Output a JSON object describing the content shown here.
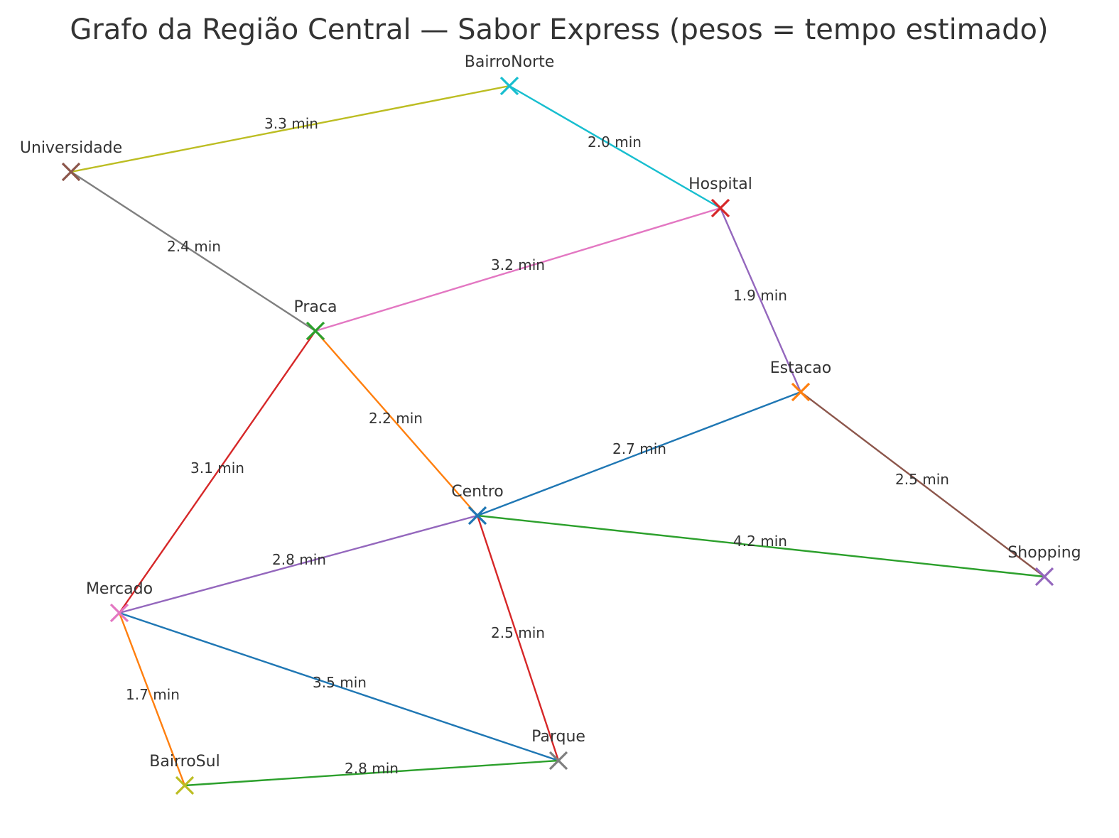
{
  "title": "Grafo da Região Central — Sabor Express (pesos = tempo estimado)",
  "nodes": [
    {
      "id": "BairroNorte",
      "label": "BairroNorte",
      "color": "#17becf"
    },
    {
      "id": "Universidade",
      "label": "Universidade",
      "color": "#8c564b"
    },
    {
      "id": "Hospital",
      "label": "Hospital",
      "color": "#d62728"
    },
    {
      "id": "Praca",
      "label": "Praca",
      "color": "#2ca02c"
    },
    {
      "id": "Estacao",
      "label": "Estacao",
      "color": "#ff7f0e"
    },
    {
      "id": "Centro",
      "label": "Centro",
      "color": "#1f77b4"
    },
    {
      "id": "Shopping",
      "label": "Shopping",
      "color": "#9467bd"
    },
    {
      "id": "Mercado",
      "label": "Mercado",
      "color": "#e377c2"
    },
    {
      "id": "Parque",
      "label": "Parque",
      "color": "#7f7f7f"
    },
    {
      "id": "BairroSul",
      "label": "BairroSul",
      "color": "#bcbd22"
    }
  ],
  "edges": [
    {
      "from": "Universidade",
      "to": "BairroNorte",
      "label": "3.3 min",
      "color": "#bcbd22"
    },
    {
      "from": "BairroNorte",
      "to": "Hospital",
      "label": "2.0 min",
      "color": "#17becf"
    },
    {
      "from": "Universidade",
      "to": "Praca",
      "label": "2.4 min",
      "color": "#7f7f7f"
    },
    {
      "from": "Praca",
      "to": "Hospital",
      "label": "3.2 min",
      "color": "#e377c2"
    },
    {
      "from": "Hospital",
      "to": "Estacao",
      "label": "1.9 min",
      "color": "#9467bd"
    },
    {
      "from": "Praca",
      "to": "Centro",
      "label": "2.2 min",
      "color": "#ff7f0e"
    },
    {
      "from": "Praca",
      "to": "Mercado",
      "label": "3.1 min",
      "color": "#d62728"
    },
    {
      "from": "Centro",
      "to": "Estacao",
      "label": "2.7 min",
      "color": "#1f77b4"
    },
    {
      "from": "Estacao",
      "to": "Shopping",
      "label": "2.5 min",
      "color": "#8c564b"
    },
    {
      "from": "Centro",
      "to": "Shopping",
      "label": "4.2 min",
      "color": "#2ca02c"
    },
    {
      "from": "Mercado",
      "to": "Centro",
      "label": "2.8 min",
      "color": "#9467bd"
    },
    {
      "from": "Centro",
      "to": "Parque",
      "label": "2.5 min",
      "color": "#d62728"
    },
    {
      "from": "Mercado",
      "to": "Parque",
      "label": "3.5 min",
      "color": "#1f77b4"
    },
    {
      "from": "Mercado",
      "to": "BairroSul",
      "label": "1.7 min",
      "color": "#ff7f0e"
    },
    {
      "from": "BairroSul",
      "to": "Parque",
      "label": "2.8 min",
      "color": "#2ca02c"
    }
  ]
}
